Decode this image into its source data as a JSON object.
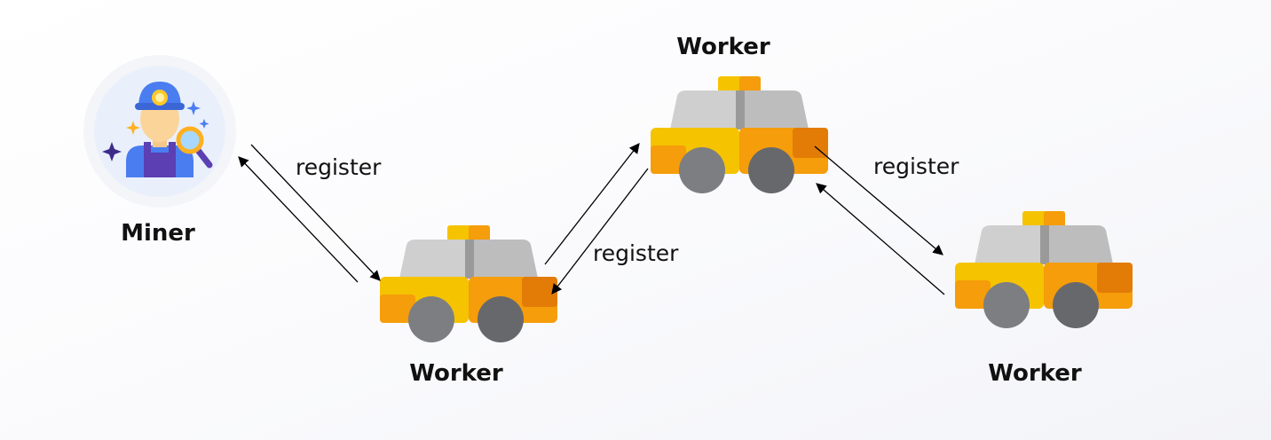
{
  "nodes": {
    "miner": {
      "label": "Miner",
      "icon": "miner-icon"
    },
    "worker_left": {
      "label": "Worker",
      "icon": "taxi-icon"
    },
    "worker_top": {
      "label": "Worker",
      "icon": "taxi-icon"
    },
    "worker_right": {
      "label": "Worker",
      "icon": "taxi-icon"
    }
  },
  "edges": [
    {
      "from": "worker_left",
      "to": "miner",
      "label": "register"
    },
    {
      "from": "worker_top",
      "to": "worker_left",
      "label": "register"
    },
    {
      "from": "worker_right",
      "to": "worker_top",
      "label": "register"
    }
  ],
  "colors": {
    "taxi_yellow": "#f5c300",
    "taxi_orange": "#f59d0a",
    "tire": "#6e6f73",
    "miner_helmet": "#4a7df0",
    "arrow": "#000000"
  }
}
